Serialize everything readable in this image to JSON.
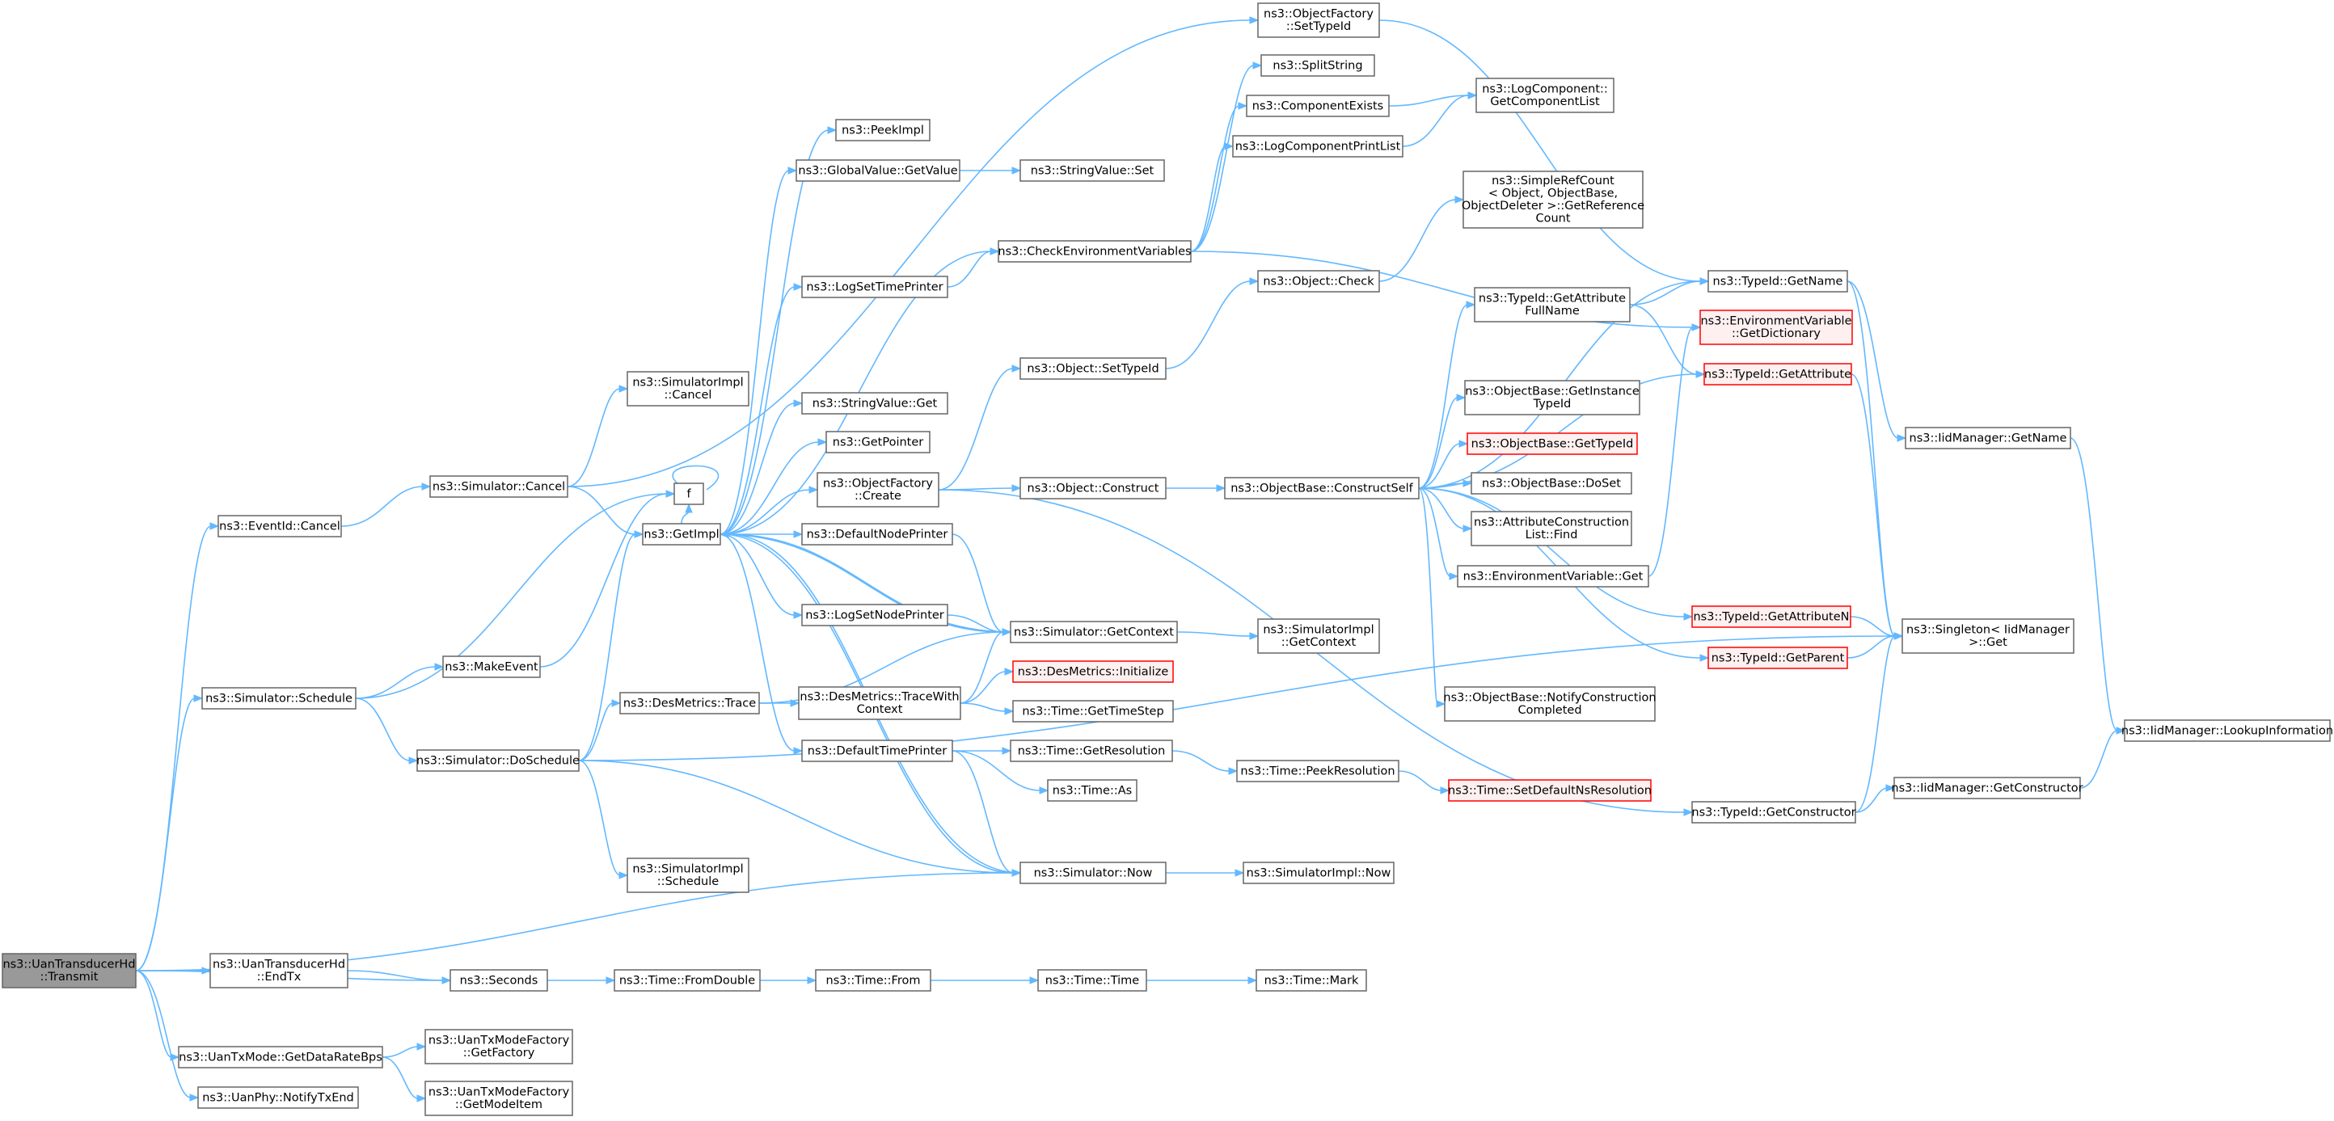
{
  "colors": {
    "edge": "#63b8ff",
    "node_border": "#666666",
    "node_fill": "#ffffff",
    "root_fill": "#999999",
    "missing_border": "#ff0000"
  },
  "nodes": [
    {
      "id": "transmit",
      "lines": [
        "ns3::UanTransducerHd",
        "::Transmit"
      ],
      "style": "root"
    },
    {
      "id": "eventid_cancel",
      "lines": [
        "ns3::EventId::Cancel"
      ]
    },
    {
      "id": "sim_cancel",
      "lines": [
        "ns3::Simulator::Cancel"
      ]
    },
    {
      "id": "simimpl_cancel",
      "lines": [
        "ns3::SimulatorImpl",
        "::Cancel"
      ]
    },
    {
      "id": "getimpl",
      "lines": [
        "ns3::GetImpl"
      ]
    },
    {
      "id": "f",
      "lines": [
        "f"
      ]
    },
    {
      "id": "sim_schedule",
      "lines": [
        "ns3::Simulator::Schedule"
      ]
    },
    {
      "id": "makeevent",
      "lines": [
        "ns3::MakeEvent"
      ]
    },
    {
      "id": "sim_doschedule",
      "lines": [
        "ns3::Simulator::DoSchedule"
      ]
    },
    {
      "id": "simimpl_schedule",
      "lines": [
        "ns3::SimulatorImpl",
        "::Schedule"
      ]
    },
    {
      "id": "desmetrics_trace",
      "lines": [
        "ns3::DesMetrics::Trace"
      ]
    },
    {
      "id": "desmetrics_tracewith",
      "lines": [
        "ns3::DesMetrics::TraceWith",
        "Context"
      ]
    },
    {
      "id": "desmetrics_init",
      "lines": [
        "ns3::DesMetrics::Initialize"
      ],
      "style": "red"
    },
    {
      "id": "time_gettimestep",
      "lines": [
        "ns3::Time::GetTimeStep"
      ]
    },
    {
      "id": "defaulttimeprinter",
      "lines": [
        "ns3::DefaultTimePrinter"
      ]
    },
    {
      "id": "time_getres",
      "lines": [
        "ns3::Time::GetResolution"
      ]
    },
    {
      "id": "time_as",
      "lines": [
        "ns3::Time::As"
      ]
    },
    {
      "id": "time_peekres",
      "lines": [
        "ns3::Time::PeekResolution"
      ]
    },
    {
      "id": "time_setdefault",
      "lines": [
        "ns3::Time::SetDefaultNsResolution"
      ],
      "style": "red"
    },
    {
      "id": "sim_now",
      "lines": [
        "ns3::Simulator::Now"
      ]
    },
    {
      "id": "simimpl_now",
      "lines": [
        "ns3::SimulatorImpl::Now"
      ]
    },
    {
      "id": "endtx",
      "lines": [
        "ns3::UanTransducerHd",
        "::EndTx"
      ]
    },
    {
      "id": "seconds",
      "lines": [
        "ns3::Seconds"
      ]
    },
    {
      "id": "time_fromdouble",
      "lines": [
        "ns3::Time::FromDouble"
      ]
    },
    {
      "id": "time_from",
      "lines": [
        "ns3::Time::From"
      ]
    },
    {
      "id": "time_time",
      "lines": [
        "ns3::Time::Time"
      ]
    },
    {
      "id": "time_mark",
      "lines": [
        "ns3::Time::Mark"
      ]
    },
    {
      "id": "getdatarate",
      "lines": [
        "ns3::UanTxMode::GetDataRateBps"
      ]
    },
    {
      "id": "factory_getfactory",
      "lines": [
        "ns3::UanTxModeFactory",
        "::GetFactory"
      ]
    },
    {
      "id": "factory_getmodeitem",
      "lines": [
        "ns3::UanTxModeFactory",
        "::GetModeItem"
      ]
    },
    {
      "id": "notifytxend",
      "lines": [
        "ns3::UanPhy::NotifyTxEnd"
      ]
    },
    {
      "id": "peekimpl",
      "lines": [
        "ns3::PeekImpl"
      ]
    },
    {
      "id": "gv_getvalue",
      "lines": [
        "ns3::GlobalValue::GetValue"
      ]
    },
    {
      "id": "stringvalue_set",
      "lines": [
        "ns3::StringValue::Set"
      ]
    },
    {
      "id": "logsettimeprinter",
      "lines": [
        "ns3::LogSetTimePrinter"
      ]
    },
    {
      "id": "checkenv",
      "lines": [
        "ns3::CheckEnvironmentVariables"
      ]
    },
    {
      "id": "stringvalue_get",
      "lines": [
        "ns3::StringValue::Get"
      ]
    },
    {
      "id": "getpointer",
      "lines": [
        "ns3::GetPointer"
      ]
    },
    {
      "id": "objfactory_create",
      "lines": [
        "ns3::ObjectFactory",
        "::Create"
      ]
    },
    {
      "id": "defaultnodeprinter",
      "lines": [
        "ns3::DefaultNodePrinter"
      ]
    },
    {
      "id": "logsetnodeprinter",
      "lines": [
        "ns3::LogSetNodePrinter"
      ]
    },
    {
      "id": "sim_getcontext",
      "lines": [
        "ns3::Simulator::GetContext"
      ]
    },
    {
      "id": "simimpl_getcontext",
      "lines": [
        "ns3::SimulatorImpl",
        "::GetContext"
      ]
    },
    {
      "id": "objfactory_settypeid",
      "lines": [
        "ns3::ObjectFactory",
        "::SetTypeId"
      ]
    },
    {
      "id": "splitstring",
      "lines": [
        "ns3::SplitString"
      ]
    },
    {
      "id": "componentexists",
      "lines": [
        "ns3::ComponentExists"
      ]
    },
    {
      "id": "logcomponentprintlist",
      "lines": [
        "ns3::LogComponentPrintList"
      ]
    },
    {
      "id": "logcomp_getlist",
      "lines": [
        "ns3::LogComponent::",
        "GetComponentList"
      ]
    },
    {
      "id": "simplerefcount",
      "lines": [
        "ns3::SimpleRefCount",
        "< Object, ObjectBase,",
        "ObjectDeleter >::GetReference",
        "Count"
      ]
    },
    {
      "id": "object_check",
      "lines": [
        "ns3::Object::Check"
      ]
    },
    {
      "id": "object_settypeid",
      "lines": [
        "ns3::Object::SetTypeId"
      ]
    },
    {
      "id": "object_construct",
      "lines": [
        "ns3::Object::Construct"
      ]
    },
    {
      "id": "constructself",
      "lines": [
        "ns3::ObjectBase::ConstructSelf"
      ]
    },
    {
      "id": "typeid_getattrfullname",
      "lines": [
        "ns3::TypeId::GetAttribute",
        "FullName"
      ]
    },
    {
      "id": "ob_getinstancetypeid",
      "lines": [
        "ns3::ObjectBase::GetInstance",
        "TypeId"
      ]
    },
    {
      "id": "ob_gettypeid",
      "lines": [
        "ns3::ObjectBase::GetTypeId"
      ],
      "style": "red"
    },
    {
      "id": "ob_doset",
      "lines": [
        "ns3::ObjectBase::DoSet"
      ]
    },
    {
      "id": "attrconstruction_find",
      "lines": [
        "ns3::AttributeConstruction",
        "List::Find"
      ]
    },
    {
      "id": "envvar_get",
      "lines": [
        "ns3::EnvironmentVariable::Get"
      ]
    },
    {
      "id": "ob_notifyconstruction",
      "lines": [
        "ns3::ObjectBase::NotifyConstruction",
        "Completed"
      ]
    },
    {
      "id": "typeid_getname",
      "lines": [
        "ns3::TypeId::GetName"
      ]
    },
    {
      "id": "envvar_getdict",
      "lines": [
        "ns3::EnvironmentVariable",
        "::GetDictionary"
      ],
      "style": "red"
    },
    {
      "id": "typeid_getattribute",
      "lines": [
        "ns3::TypeId::GetAttribute"
      ],
      "style": "red"
    },
    {
      "id": "iidmanager_getname",
      "lines": [
        "ns3::IidManager::GetName"
      ]
    },
    {
      "id": "typeid_getattributen",
      "lines": [
        "ns3::TypeId::GetAttributeN"
      ],
      "style": "red"
    },
    {
      "id": "typeid_getparent",
      "lines": [
        "ns3::TypeId::GetParent"
      ],
      "style": "red"
    },
    {
      "id": "singleton_get",
      "lines": [
        "ns3::Singleton< IidManager",
        ">::Get"
      ]
    },
    {
      "id": "typeid_getconstructor",
      "lines": [
        "ns3::TypeId::GetConstructor"
      ]
    },
    {
      "id": "iidmanager_getconstructor",
      "lines": [
        "ns3::IidManager::GetConstructor"
      ]
    },
    {
      "id": "iidmanager_lookup",
      "lines": [
        "ns3::IidManager::LookupInformation"
      ]
    }
  ]
}
